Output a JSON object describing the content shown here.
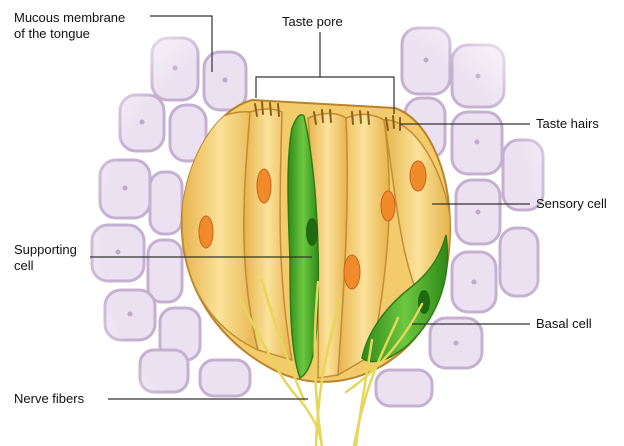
{
  "diagram": {
    "labels": {
      "mucous_membrane_line1": "Mucous membrane",
      "mucous_membrane_line2": "of the tongue",
      "taste_pore": "Taste pore",
      "taste_hairs": "Taste hairs",
      "sensory_cell": "Sensory cell",
      "supporting_cell_line1": "Supporting",
      "supporting_cell_line2": "cell",
      "basal_cell": "Basal cell",
      "nerve_fibers": "Nerve fibers"
    },
    "colors": {
      "background": "#ffffff",
      "tissue_cell_fill": "#ece1f1",
      "tissue_cell_border": "#c6b0d2",
      "tissue_nucleus": "#9a7fae",
      "sensory_cell_fill": "#f4cb6a",
      "sensory_cell_edge": "#c08f34",
      "nucleus_orange": "#f08a2a",
      "green_cell": "#4fae2c",
      "green_cell_dark": "#2f7d18",
      "nerve_fiber": "#e6d65a",
      "leader_line": "#333333"
    }
  }
}
